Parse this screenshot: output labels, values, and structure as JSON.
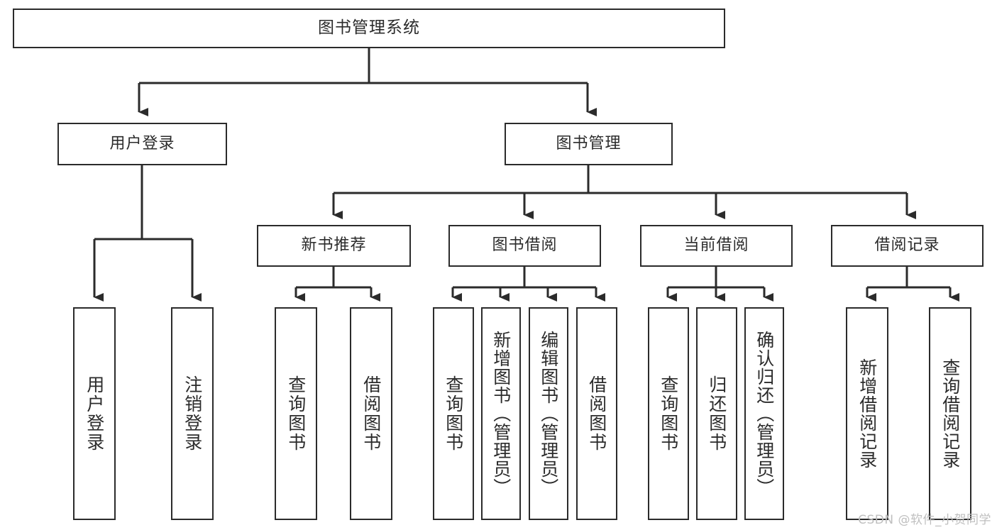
{
  "diagram": {
    "type": "tree-hierarchy",
    "title": "图书管理系统",
    "orientation": "top-down",
    "colors": {
      "box_border": "#2b2b2b",
      "box_fill": "#ffffff",
      "connector": "#2b2b2b",
      "text": "#2b2b2b",
      "watermark": "#bfbfbf",
      "background": "#ffffff"
    },
    "root": {
      "id": "root",
      "label": "图书管理系统"
    },
    "level1": [
      {
        "id": "user-login",
        "label": "用户登录"
      },
      {
        "id": "book-manage",
        "label": "图书管理"
      }
    ],
    "level2": [
      {
        "id": "new-book-rec",
        "label": "新书推荐",
        "parent": "book-manage"
      },
      {
        "id": "book-borrow",
        "label": "图书借阅",
        "parent": "book-manage"
      },
      {
        "id": "current-borrow",
        "label": "当前借阅",
        "parent": "book-manage"
      },
      {
        "id": "borrow-record",
        "label": "借阅记录",
        "parent": "book-manage"
      }
    ],
    "leaves": [
      {
        "id": "leaf-user-login",
        "label": "用户登录",
        "parent": "user-login"
      },
      {
        "id": "leaf-user-logout",
        "label": "注销登录",
        "parent": "user-login"
      },
      {
        "id": "leaf-query-book-1",
        "label": "查询图书",
        "parent": "new-book-rec"
      },
      {
        "id": "leaf-borrow-book-1",
        "label": "借阅图书",
        "parent": "new-book-rec"
      },
      {
        "id": "leaf-query-book-2",
        "label": "查询图书",
        "parent": "book-borrow"
      },
      {
        "id": "leaf-add-book",
        "label": "新增图书（管理员）",
        "parent": "book-borrow"
      },
      {
        "id": "leaf-edit-book",
        "label": "编辑图书（管理员）",
        "parent": "book-borrow"
      },
      {
        "id": "leaf-borrow-book-2",
        "label": "借阅图书",
        "parent": "book-borrow"
      },
      {
        "id": "leaf-query-book-3",
        "label": "查询图书",
        "parent": "current-borrow"
      },
      {
        "id": "leaf-return-book",
        "label": "归还图书",
        "parent": "current-borrow"
      },
      {
        "id": "leaf-confirm-return",
        "label": "确认归还（管理员）",
        "parent": "current-borrow"
      },
      {
        "id": "leaf-add-record",
        "label": "新增借阅记录",
        "parent": "borrow-record"
      },
      {
        "id": "leaf-query-record",
        "label": "查询借阅记录",
        "parent": "borrow-record"
      }
    ]
  },
  "watermark": {
    "text": "CSDN @软件_小贺同学"
  }
}
